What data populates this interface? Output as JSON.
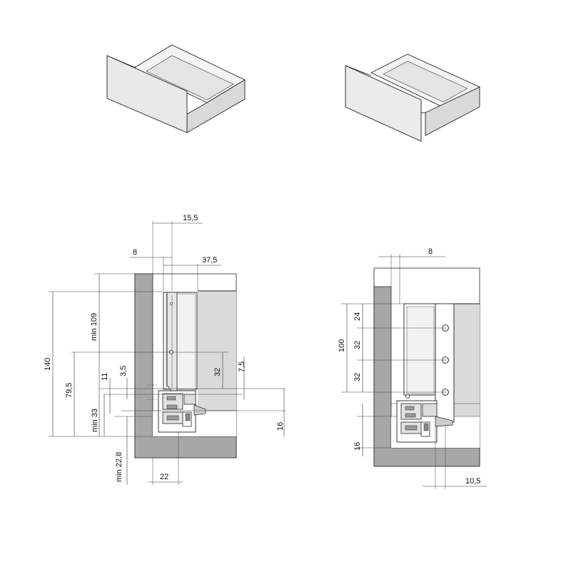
{
  "colors": {
    "cabinet_wall": "#a7a7a7",
    "drawer_side": "#dadada",
    "front_panel": "#ebebeb",
    "outline": "#222222",
    "background": "#ffffff"
  },
  "left_section": {
    "dimensions": {
      "d15_5": "15,5",
      "d8": "8",
      "d37_5": "37,5",
      "d140": "140",
      "d_min109": "min 109",
      "d79_5": "79,5",
      "d11": "11",
      "d3_5": "3,5",
      "d32": "32",
      "d7_5": "7,5",
      "d_min33": "min 33",
      "d16": "16",
      "d_min22_8": "min 22,8",
      "d22": "22"
    }
  },
  "right_section": {
    "dimensions": {
      "d8": "8",
      "d24": "24",
      "d100": "100",
      "d32a": "32",
      "d32b": "32",
      "d16": "16",
      "d10_5": "10,5"
    }
  }
}
